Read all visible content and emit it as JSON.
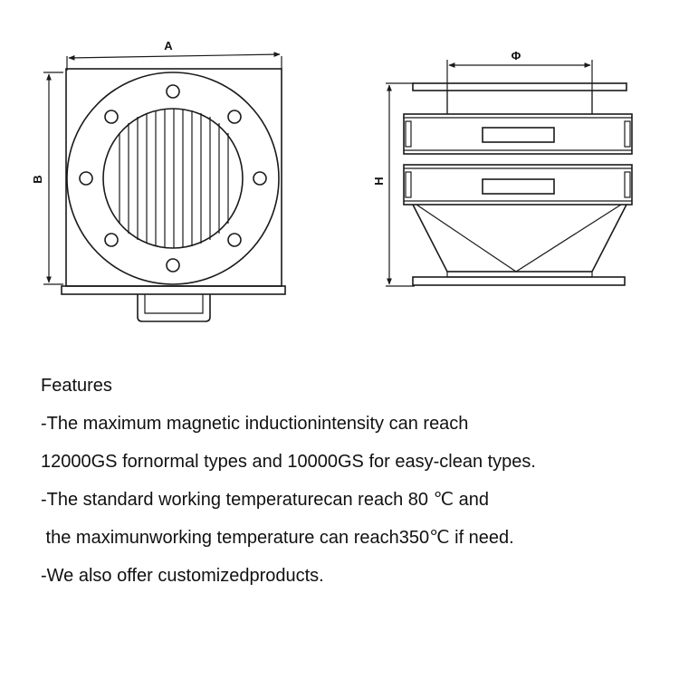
{
  "drawing": {
    "top_view": {
      "dim_width_label": "A",
      "dim_height_label": "B"
    },
    "side_view": {
      "dim_diameter_label": "Φ",
      "dim_height_label": "H"
    }
  },
  "features": {
    "heading": "Features",
    "lines": [
      "-The maximum magnetic inductionintensity can reach",
      "12000GS fornormal types and 10000GS for easy-clean types.",
      "-The standard working temperaturecan reach 80 ℃ and",
      " the maximunworking temperature can reach350℃ if need.",
      "-We also offer customizedproducts."
    ]
  }
}
